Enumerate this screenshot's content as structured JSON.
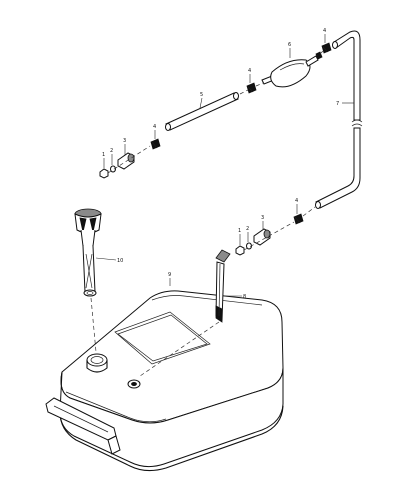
{
  "callouts": {
    "c1_left": "1",
    "c2_left": "2",
    "c3_left": "3",
    "c4_left": "4",
    "c5": "5",
    "c4_mid": "4",
    "c6": "6",
    "c4_top": "4",
    "c7": "7",
    "c1_right": "1",
    "c2_right": "2",
    "c3_right": "3",
    "c4_right": "4",
    "c10": "10",
    "c9": "9",
    "c8": "8"
  }
}
